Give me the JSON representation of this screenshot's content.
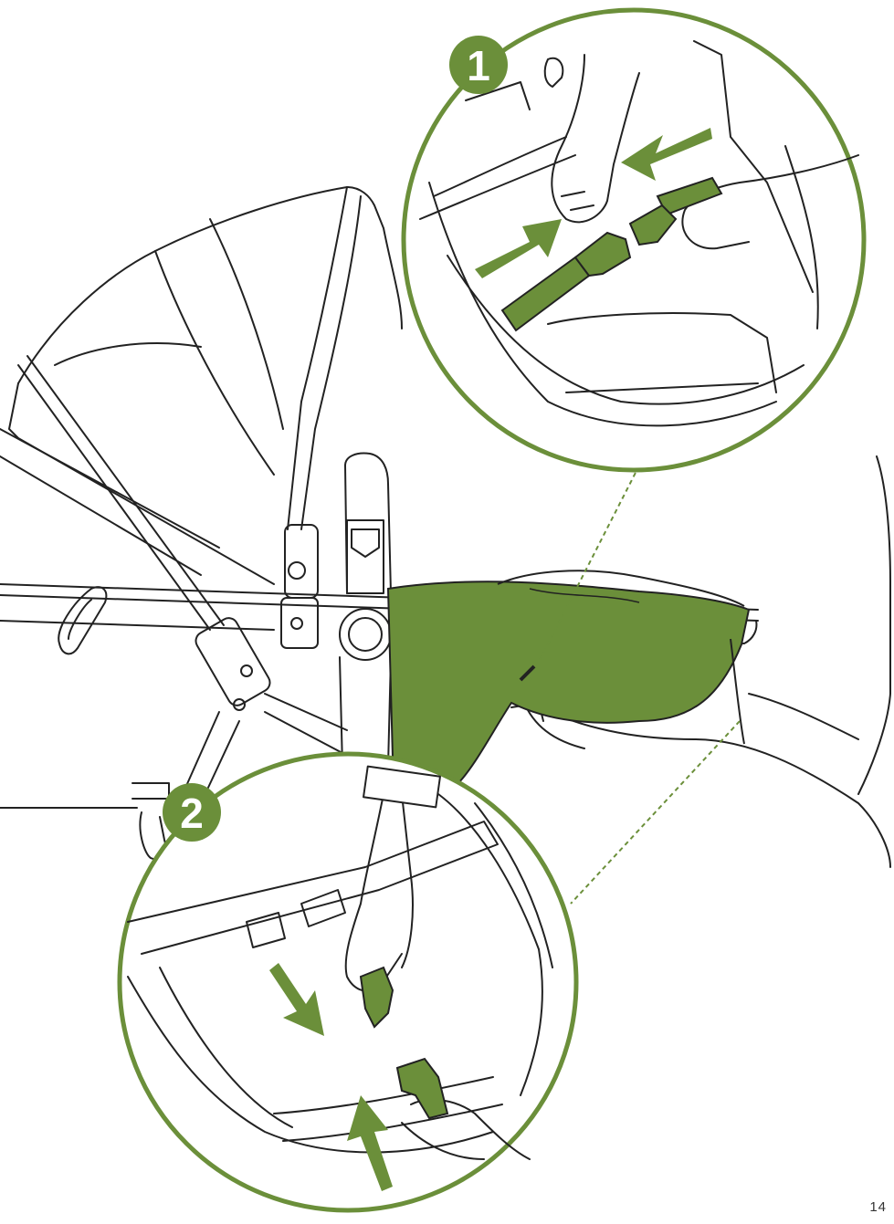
{
  "steps": [
    {
      "number": "1"
    },
    {
      "number": "2"
    }
  ],
  "page_number": "14",
  "colors": {
    "accent": "#6b8f3a",
    "line": "#222222",
    "background": "#ffffff"
  }
}
